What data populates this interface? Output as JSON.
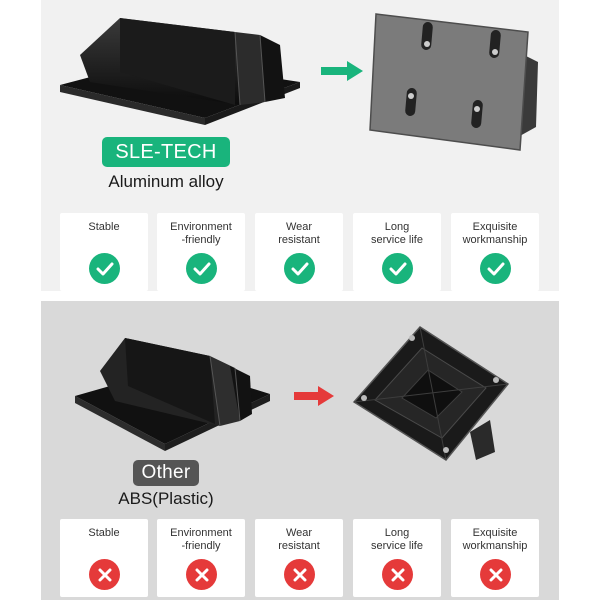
{
  "colors": {
    "accent_green": "#19b47c",
    "accent_red": "#e53a3a",
    "badge_gray": "#555555",
    "top_bg": "#f1f1f1",
    "bottom_bg": "#d9d9d9"
  },
  "top": {
    "brand": "SLE-TECH",
    "material": "Aluminum alloy",
    "mark_icon": "check-icon",
    "features": [
      {
        "label": "Stable"
      },
      {
        "label": "Environment\n-friendly"
      },
      {
        "label": "Wear\nresistant"
      },
      {
        "label": "Long\nservice life"
      },
      {
        "label": "Exquisite\nworkmanship"
      }
    ]
  },
  "bottom": {
    "brand": "Other",
    "material": "ABS(Plastic)",
    "mark_icon": "cross-icon",
    "features": [
      {
        "label": "Stable"
      },
      {
        "label": "Environment\n-friendly"
      },
      {
        "label": "Wear\nresistant"
      },
      {
        "label": "Long\nservice life"
      },
      {
        "label": "Exquisite\nworkmanship"
      }
    ]
  }
}
